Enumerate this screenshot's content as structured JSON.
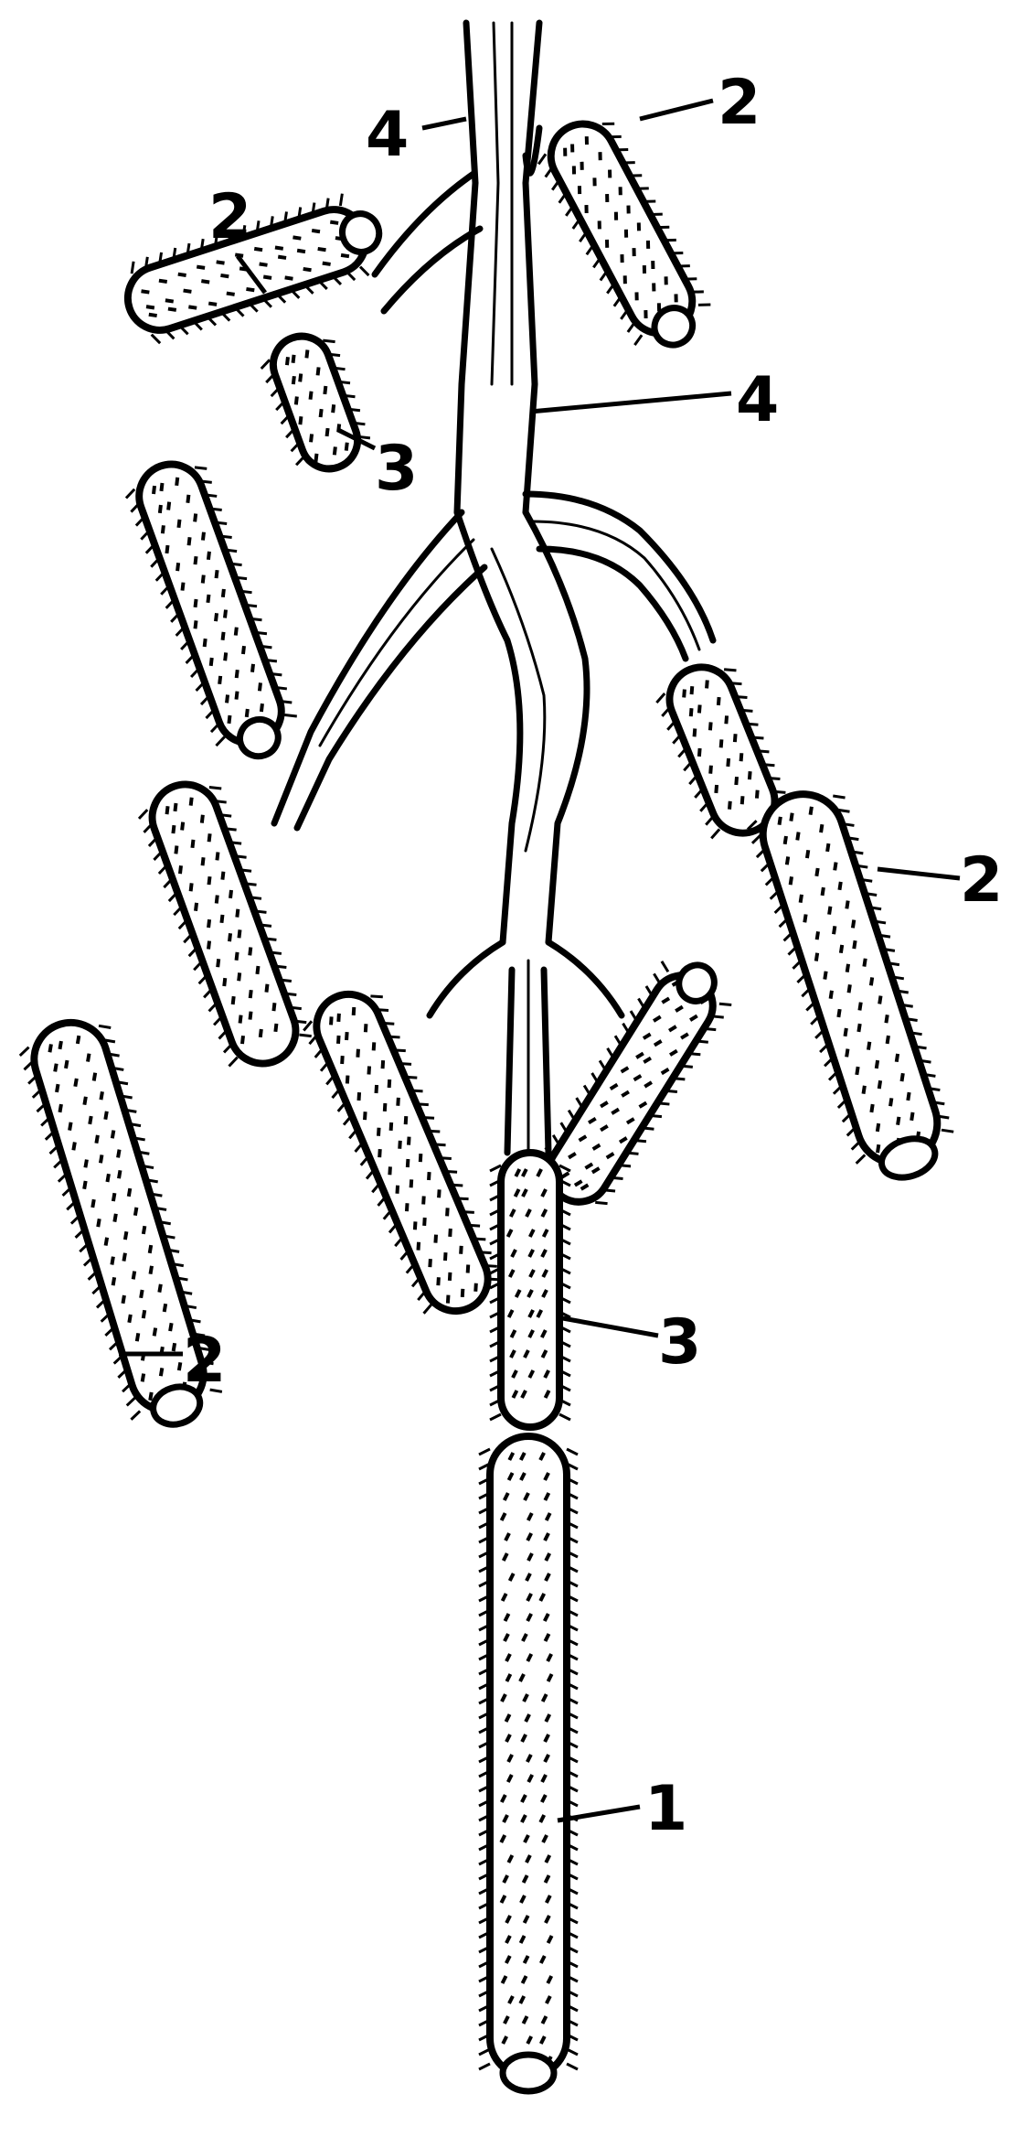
{
  "labels": {
    "root_tip_main": "1",
    "lateral_root_1": "2",
    "lateral_root_2": "2",
    "lateral_root_3": "2",
    "lateral_root_4": "2",
    "joint_1": "3",
    "joint_2": "3",
    "vascular_1": "4",
    "vascular_2": "4"
  },
  "colors": {
    "ink": "#000000",
    "paper": "#ffffff"
  }
}
